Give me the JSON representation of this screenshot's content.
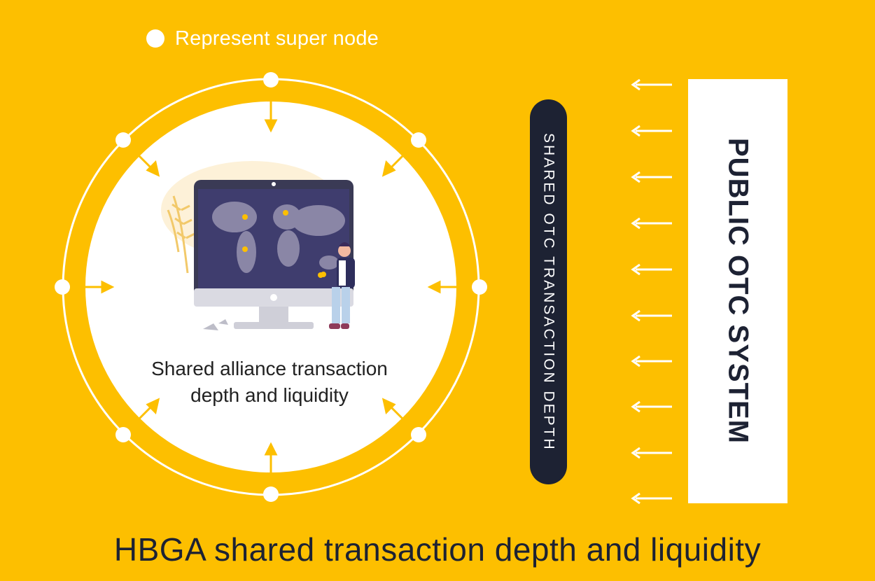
{
  "legend": {
    "label": "Represent super node"
  },
  "hub": {
    "caption_line1": "Shared alliance transaction",
    "caption_line2": "depth and liquidity"
  },
  "shared_depth": {
    "label": "SHARED OTC TRANSACTION DEPTH"
  },
  "public_system": {
    "label": "PUBLIC OTC SYSTEM"
  },
  "footer": {
    "title": "HBGA shared transaction depth and liquidity"
  },
  "colors": {
    "background": "#FDBF00",
    "dark": "#1D2233",
    "white": "#FFFFFF",
    "monitor_screen": "#3F3D6E",
    "pin": "#FDBF00"
  },
  "icons": [
    "node-dot",
    "inward-arrow",
    "monitor-illustration",
    "world-map",
    "person-figure",
    "wheat-plant",
    "left-arrow"
  ]
}
